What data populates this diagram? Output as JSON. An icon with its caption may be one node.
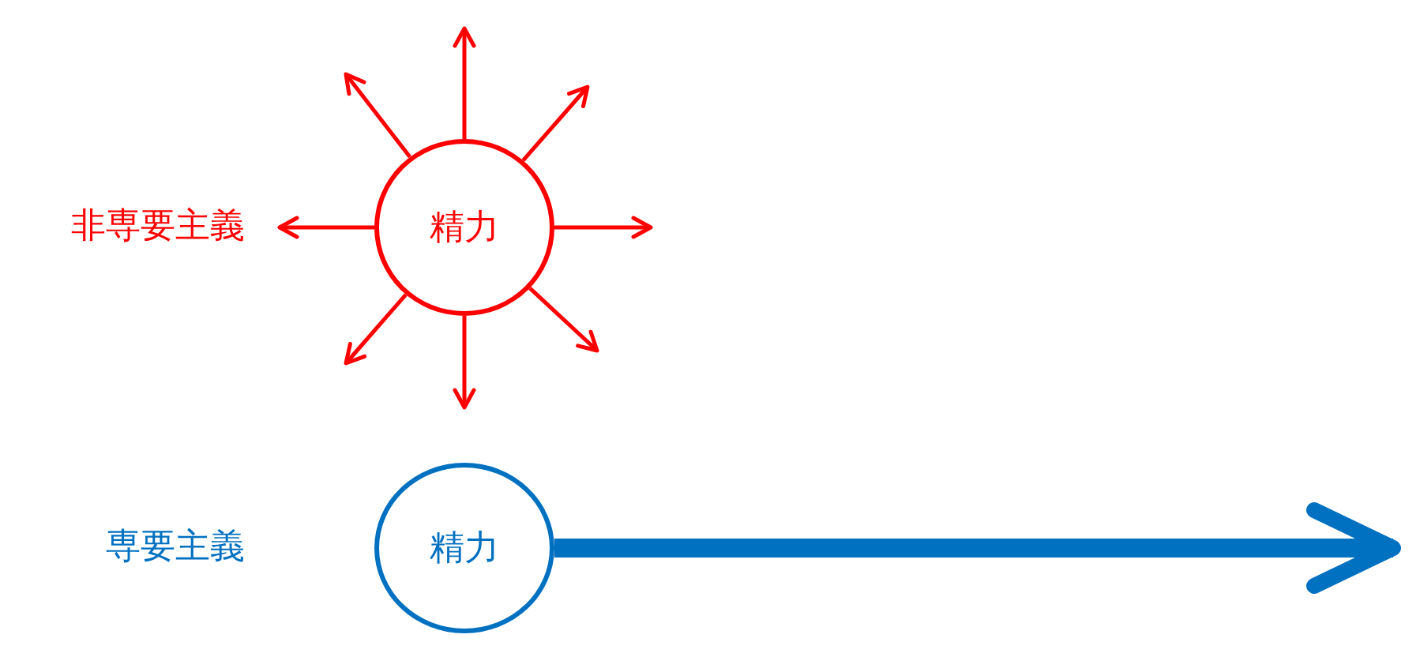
{
  "diagram": {
    "nodes": [
      {
        "text": [
          "精力"
        ]
      },
      {
        "text": [
          "精力"
        ]
      }
    ],
    "edges": [
      {
        "from": 0,
        "to": null,
        "arrow": "to"
      },
      {
        "from": 0,
        "to": null,
        "arrow": "to"
      },
      {
        "from": 0,
        "to": null,
        "arrow": "to"
      },
      {
        "from": 0,
        "to": null,
        "arrow": "to"
      },
      {
        "from": 0,
        "to": null,
        "arrow": "to"
      },
      {
        "from": 0,
        "to": null,
        "arrow": "to"
      },
      {
        "from": 0,
        "to": null,
        "arrow": "to"
      },
      {
        "from": 0,
        "to": null,
        "arrow": "to"
      },
      {
        "from": 1,
        "to": null,
        "arrow": "to",
        "style": "thick",
        "color": "#0070c0"
      }
    ],
    "labels": [
      "非専要主義",
      "専要主義"
    ]
  }
}
